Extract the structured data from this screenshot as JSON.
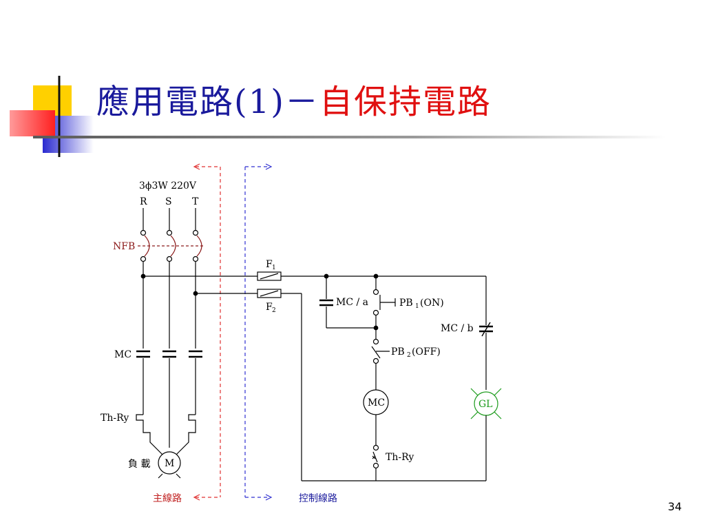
{
  "slide": {
    "title_part1": "應用電路(1)－",
    "title_part2": "自保持電路",
    "page_number": "34"
  },
  "diagram": {
    "supply_label": "3ϕ3W 220V",
    "phase_r": "R",
    "phase_s": "S",
    "phase_t": "T",
    "nfb_label": "NFB",
    "mc_label": "MC",
    "thry_main_label": "Th-Ry",
    "load_label": "負 載",
    "motor_label": "M",
    "main_circuit_label": "主線路",
    "control_circuit_label": "控制線路",
    "fuse1_label": "F",
    "fuse1_sub": "1",
    "fuse2_label": "F",
    "fuse2_sub": "2",
    "mc_a_label": "MC / a",
    "pb1_label": "PB",
    "pb1_sub": "1",
    "pb1_suffix": "(ON)",
    "pb2_label": "PB",
    "pb2_sub": "2",
    "pb2_suffix": "(OFF)",
    "mc_b_label": "MC / b",
    "coil_label": "MC",
    "lamp_label": "GL",
    "thry_ctrl_label": "Th-Ry",
    "colors": {
      "title_blue": "#1a1a9c",
      "title_red": "#e01010",
      "main_dash": "#e03030",
      "ctrl_dash": "#3030d0",
      "nfb_red": "#8b1a1a",
      "lamp_green": "#1a9a1a"
    }
  }
}
